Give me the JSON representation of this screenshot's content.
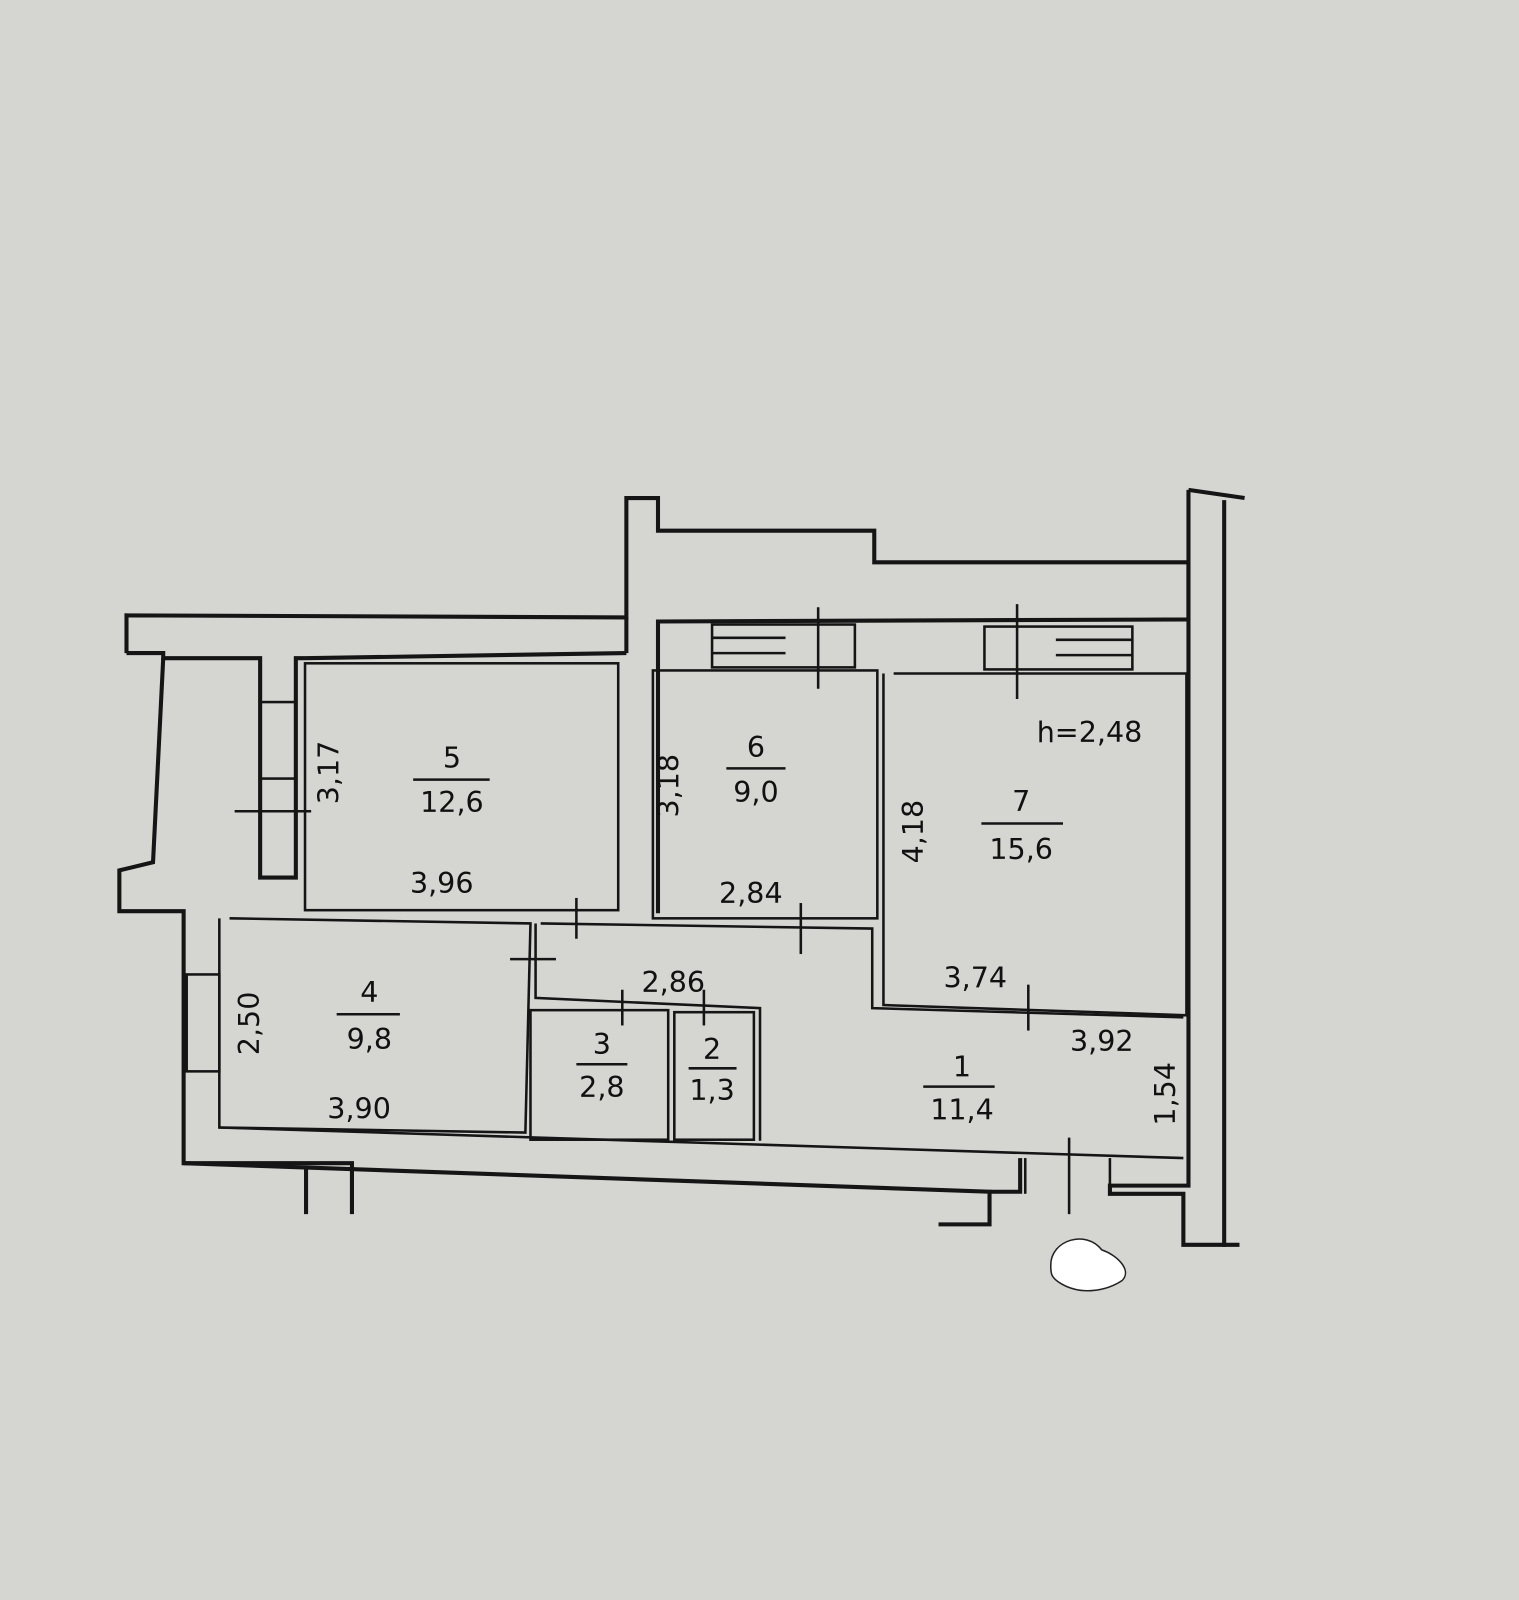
{
  "plan": {
    "ceiling_height": "h=2,48",
    "rooms": [
      {
        "number": "1",
        "area": "11,4"
      },
      {
        "number": "2",
        "area": "1,3"
      },
      {
        "number": "3",
        "area": "2,8"
      },
      {
        "number": "4",
        "area": "9,8"
      },
      {
        "number": "5",
        "area": "12,6"
      },
      {
        "number": "6",
        "area": "9,0"
      },
      {
        "number": "7",
        "area": "15,6"
      }
    ],
    "dimensions": {
      "r5_height": "3,17",
      "r5_width": "3,96",
      "r6_height": "3,18",
      "r6_width": "2,84",
      "r7_height": "4,18",
      "r7_width": "3,74",
      "r1_width": "3,92",
      "r1_height": "1,54",
      "corridor_width": "2,86",
      "r4_height": "2,50",
      "r4_width": "3,90"
    }
  }
}
